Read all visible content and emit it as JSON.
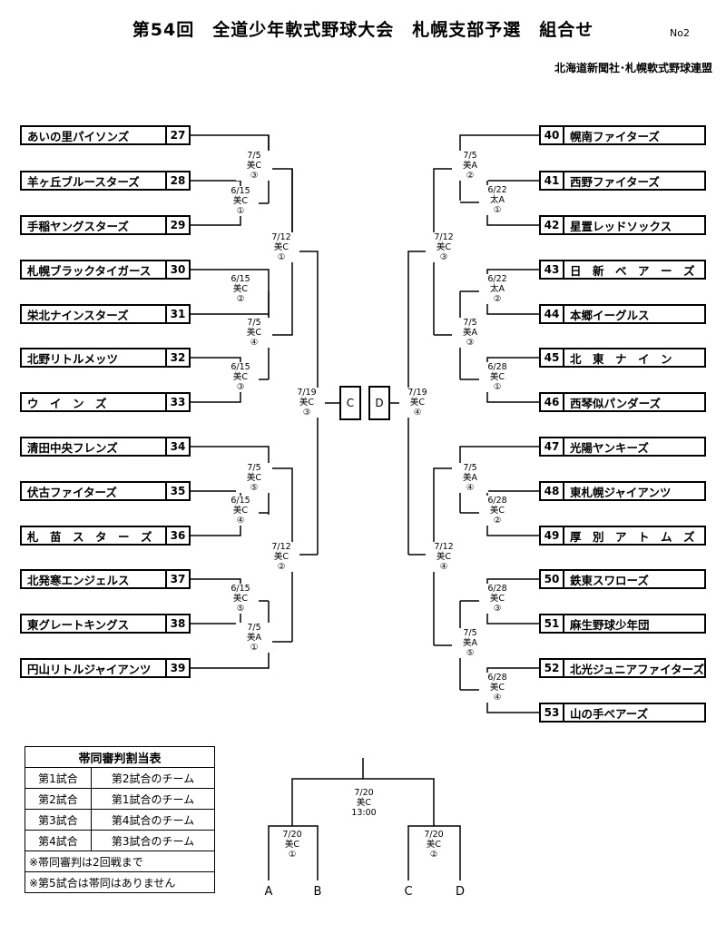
{
  "header": {
    "title": "第54回　全道少年軟式野球大会　札幌支部予選　組合せ",
    "doc_no": "No2",
    "organizer": "北海道新聞社･札幌軟式野球連盟"
  },
  "teams_left": [
    {
      "name": "あいの里パイソンズ",
      "no": "27"
    },
    {
      "name": "羊ヶ丘ブルースターズ",
      "no": "28"
    },
    {
      "name": "手稲ヤングスターズ",
      "no": "29"
    },
    {
      "name": "札幌ブラックタイガース",
      "no": "30"
    },
    {
      "name": "栄北ナインスターズ",
      "no": "31"
    },
    {
      "name": "北野リトルメッツ",
      "no": "32"
    },
    {
      "name": "ウ　イ　ン　ズ",
      "no": "33"
    },
    {
      "name": "清田中央フレンズ",
      "no": "34"
    },
    {
      "name": "伏古ファイターズ",
      "no": "35"
    },
    {
      "name": "札　苗　ス　タ　ー　ズ",
      "no": "36"
    },
    {
      "name": "北発寒エンジェルス",
      "no": "37"
    },
    {
      "name": "東グレートキングス",
      "no": "38"
    },
    {
      "name": "円山リトルジャイアンツ",
      "no": "39"
    }
  ],
  "teams_right": [
    {
      "name": "幌南ファイターズ",
      "no": "40"
    },
    {
      "name": "西野ファイターズ",
      "no": "41"
    },
    {
      "name": "星置レッドソックス",
      "no": "42"
    },
    {
      "name": "日　新　ベ　ア　ー　ズ",
      "no": "43"
    },
    {
      "name": "本郷イーグルス",
      "no": "44"
    },
    {
      "name": "北　東　ナ　イ　ン",
      "no": "45"
    },
    {
      "name": "西琴似パンダーズ",
      "no": "46"
    },
    {
      "name": "光陽ヤンキーズ",
      "no": "47"
    },
    {
      "name": "東札幌ジャイアンツ",
      "no": "48"
    },
    {
      "name": "厚　別　ア　ト　ム　ズ",
      "no": "49"
    },
    {
      "name": "鉄東スワローズ",
      "no": "50"
    },
    {
      "name": "麻生野球少年団",
      "no": "51"
    },
    {
      "name": "北光ジュニアファイターズ",
      "no": "52"
    },
    {
      "name": "山の手ベアーズ",
      "no": "53"
    }
  ],
  "matches": [
    {
      "id": "L1",
      "date": "6/15",
      "venue": "美C",
      "game": "①"
    },
    {
      "id": "L2",
      "date": "7/5",
      "venue": "美C",
      "game": "③"
    },
    {
      "id": "L3",
      "date": "6/15",
      "venue": "美C",
      "game": "②"
    },
    {
      "id": "L4",
      "date": "6/15",
      "venue": "美C",
      "game": "③"
    },
    {
      "id": "L5",
      "date": "7/5",
      "venue": "美C",
      "game": "④"
    },
    {
      "id": "L6",
      "date": "7/12",
      "venue": "美C",
      "game": "①"
    },
    {
      "id": "L7",
      "date": "6/15",
      "venue": "美C",
      "game": "④"
    },
    {
      "id": "L8",
      "date": "7/5",
      "venue": "美C",
      "game": "⑤"
    },
    {
      "id": "L9",
      "date": "6/15",
      "venue": "美C",
      "game": "⑤"
    },
    {
      "id": "L10",
      "date": "7/5",
      "venue": "美A",
      "game": "①"
    },
    {
      "id": "L11",
      "date": "7/12",
      "venue": "美C",
      "game": "②"
    },
    {
      "id": "L12",
      "date": "7/19",
      "venue": "美C",
      "game": "③"
    },
    {
      "id": "R1",
      "date": "6/22",
      "venue": "太A",
      "game": "①"
    },
    {
      "id": "R2",
      "date": "7/5",
      "venue": "美A",
      "game": "②"
    },
    {
      "id": "R3",
      "date": "6/22",
      "venue": "太A",
      "game": "②"
    },
    {
      "id": "R4",
      "date": "6/28",
      "venue": "美C",
      "game": "①"
    },
    {
      "id": "R5",
      "date": "7/5",
      "venue": "美A",
      "game": "③"
    },
    {
      "id": "R6",
      "date": "7/12",
      "venue": "美C",
      "game": "③"
    },
    {
      "id": "R7",
      "date": "6/28",
      "venue": "美C",
      "game": "②"
    },
    {
      "id": "R8",
      "date": "7/5",
      "venue": "美A",
      "game": "④"
    },
    {
      "id": "R9",
      "date": "6/28",
      "venue": "美C",
      "game": "③"
    },
    {
      "id": "R10",
      "date": "6/28",
      "venue": "美C",
      "game": "④"
    },
    {
      "id": "R11",
      "date": "7/5",
      "venue": "美A",
      "game": "⑤"
    },
    {
      "id": "R12",
      "date": "7/12",
      "venue": "美C",
      "game": "④"
    },
    {
      "id": "R13",
      "date": "7/19",
      "venue": "美C",
      "game": "④"
    }
  ],
  "center_boxes": {
    "left": "C",
    "right": "D"
  },
  "final_bracket": {
    "semi_left": {
      "date": "7/20",
      "venue": "美C",
      "game": "①"
    },
    "semi_right": {
      "date": "7/20",
      "venue": "美C",
      "game": "②"
    },
    "final": {
      "date": "7/20",
      "venue": "美C",
      "time": "13:00"
    },
    "letters": [
      "A",
      "B",
      "C",
      "D"
    ]
  },
  "referee_table": {
    "title": "帯同審判割当表",
    "rows": [
      {
        "game": "第1試合",
        "team": "第2試合のチーム"
      },
      {
        "game": "第2試合",
        "team": "第1試合のチーム"
      },
      {
        "game": "第3試合",
        "team": "第4試合のチーム"
      },
      {
        "game": "第4試合",
        "team": "第3試合のチーム"
      }
    ],
    "notes": [
      "※帯同審判は2回戦まで",
      "※第5試合は帯同はありません"
    ]
  }
}
